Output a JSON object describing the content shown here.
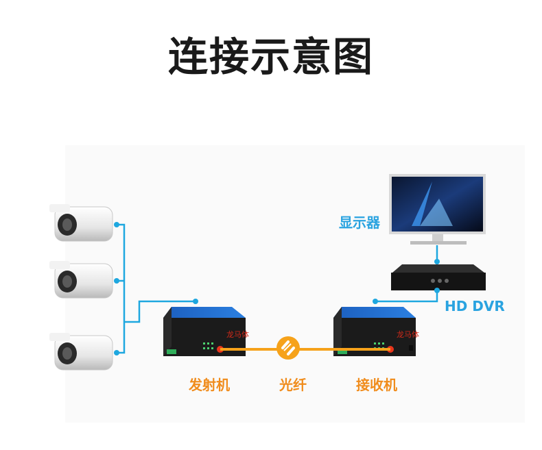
{
  "title": "连接示意图",
  "labels": {
    "monitor": "显示器",
    "dvr": "HD DVR",
    "transmitter": "发射机",
    "fiber": "光纤",
    "receiver": "接收机",
    "device_tag": "龙马体"
  },
  "colors": {
    "cable_blue": "#1ea7df",
    "fiber_orange": "#f6a21a",
    "label_orange": "#f08c1c",
    "label_blue": "#2aa3e0"
  }
}
